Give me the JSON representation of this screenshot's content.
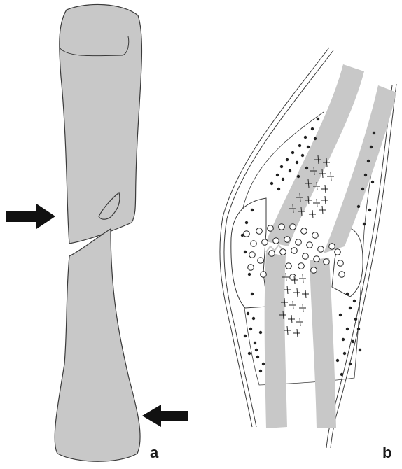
{
  "panels": [
    {
      "id": "a",
      "label": "a"
    },
    {
      "id": "b",
      "label": "b"
    }
  ],
  "colors": {
    "bone": "#c8c8c8",
    "outline": "#3a3a3a",
    "arrow": "#111111",
    "background": "#ffffff"
  },
  "icons": [
    "arrow-right-icon",
    "arrow-left-icon",
    "dot-marker-icon",
    "circle-marker-icon",
    "cross-marker-icon"
  ]
}
